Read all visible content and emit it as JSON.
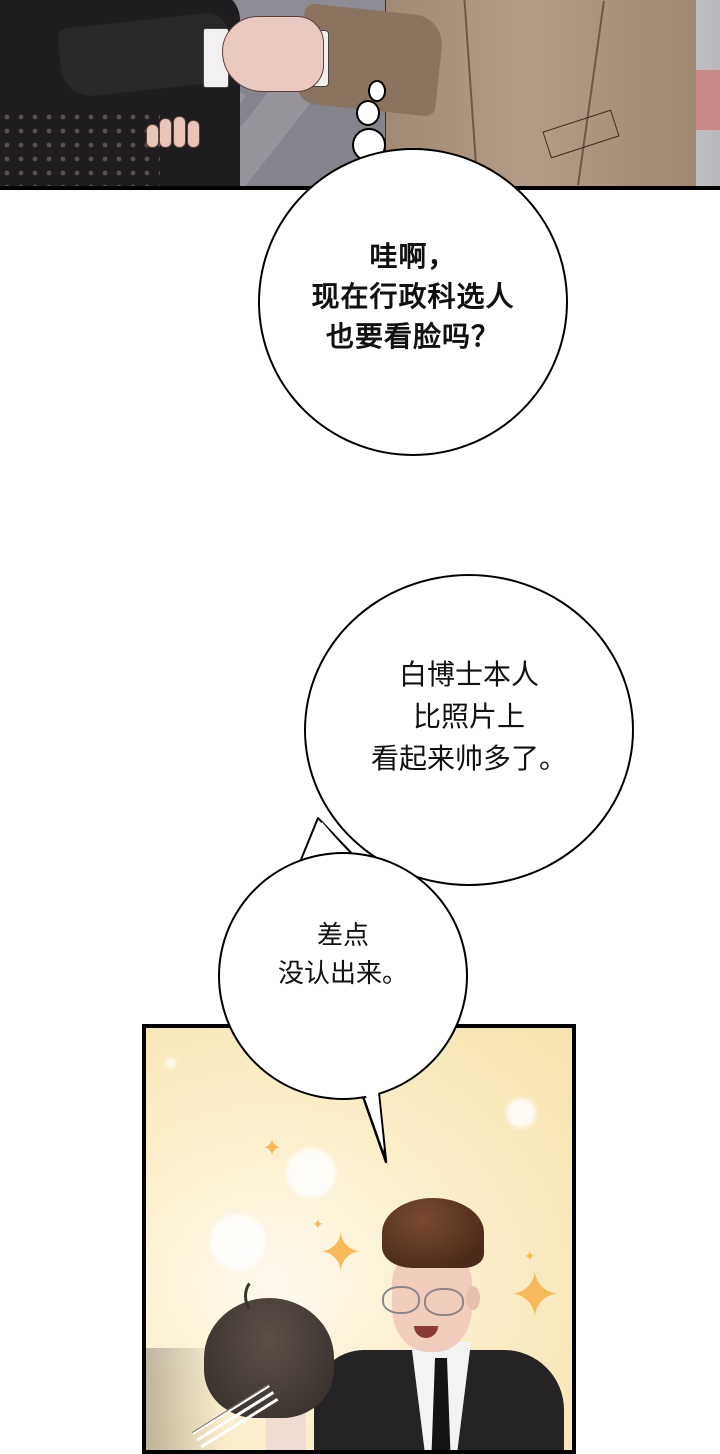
{
  "page": {
    "type": "webtoon-strip",
    "background": "#ffffff"
  },
  "panels": [
    {
      "id": "top",
      "description": "Close-up handshake between a man in a black suit and a man in a beige coat",
      "colors": {
        "suit": "#1e1c1e",
        "coat": "#a08a74",
        "skin": "#eac9c0",
        "border": "#000000"
      }
    },
    {
      "id": "bottom",
      "description": "Smiling man in glasses and black suit with sparkles; dark-haired person in foreground",
      "colors": {
        "background": "#f6e4ad",
        "sparkle": "#f7b959",
        "border": "#000000"
      }
    }
  ],
  "bubbles": [
    {
      "id": "thought-1",
      "kind": "thought",
      "text": "哇啊，\n现在行政科选人\n也要看脸吗？"
    },
    {
      "id": "speech-1",
      "kind": "speech",
      "text": "白博士本人\n比照片上\n看起来帅多了。"
    },
    {
      "id": "speech-2",
      "kind": "speech",
      "text": "差点\n没认出来。"
    }
  ]
}
